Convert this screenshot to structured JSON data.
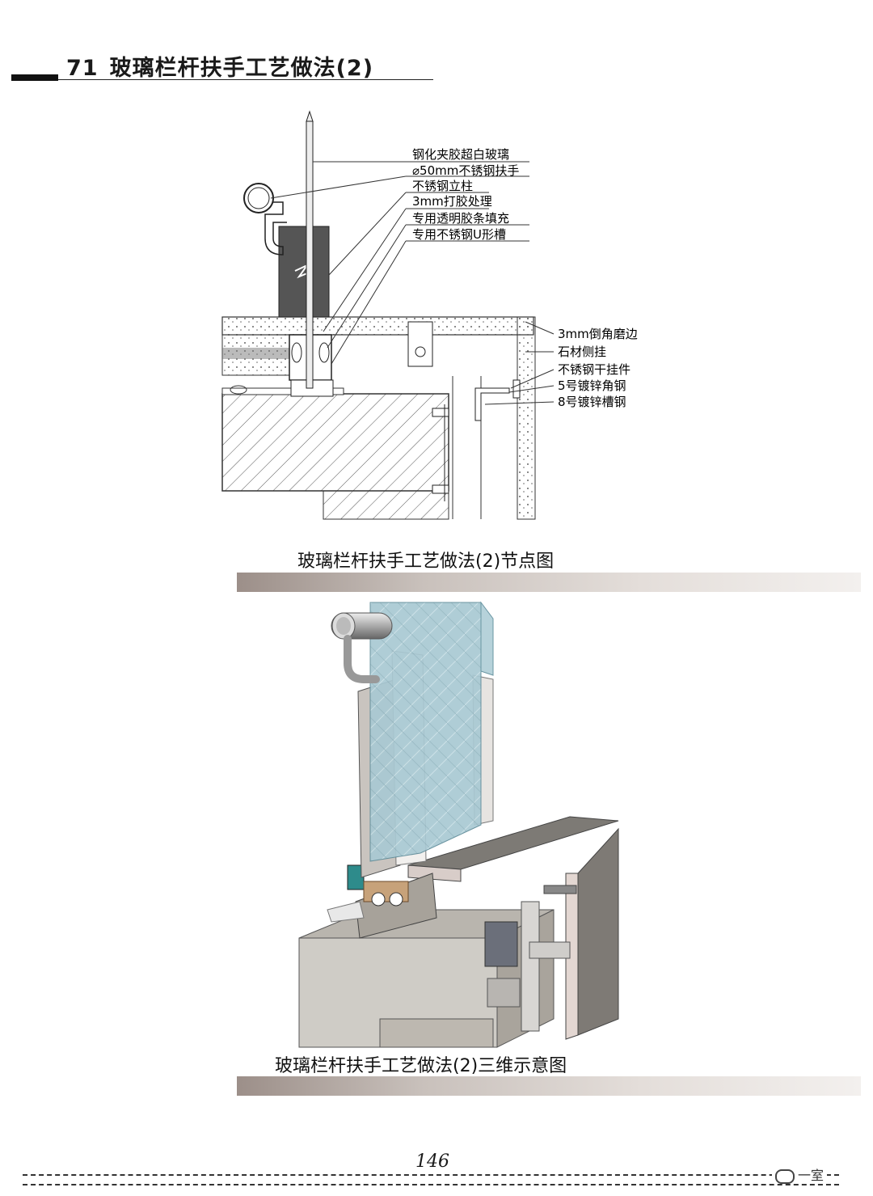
{
  "header": {
    "number": "71",
    "title": "玻璃栏杆扶手工艺做法(2)"
  },
  "detail_labels": {
    "l1": "钢化夹胶超白玻璃",
    "l2": "⌀50mm不锈钢扶手",
    "l3": "不锈钢立柱",
    "l4": "3mm打胶处理",
    "l5": "专用透明胶条填充",
    "l6": "专用不锈钢U形槽",
    "r1": "3mm倒角磨边",
    "r2": "石材侧挂",
    "r3": "不锈钢干挂件",
    "r4": "5号镀锌角钢",
    "r5": "8号镀锌槽钢"
  },
  "captions": {
    "detail": "玻璃栏杆扶手工艺做法(2)节点图",
    "three_d": "玻璃栏杆扶手工艺做法(2)三维示意图"
  },
  "page_number": "146",
  "watermark": "一室"
}
